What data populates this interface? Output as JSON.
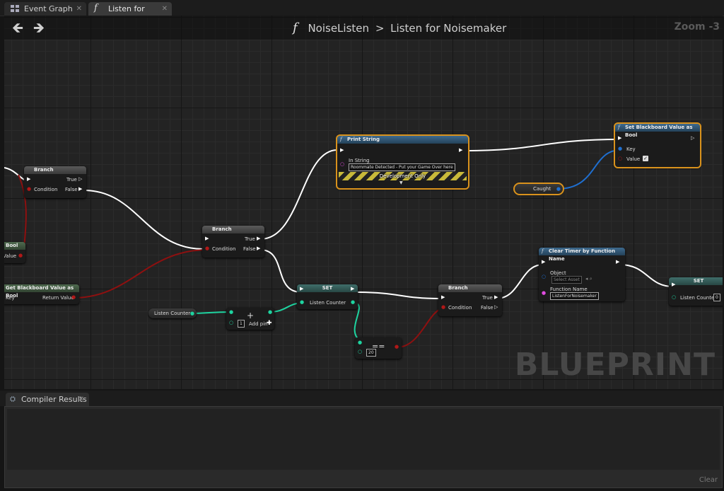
{
  "tabs": [
    {
      "label": "Event Graph",
      "icon": "event-graph-icon"
    },
    {
      "label": "Listen for Noisema",
      "icon": "function-icon"
    }
  ],
  "breadcrumb": {
    "parent": "NoiseListen",
    "separator": ">",
    "current": "Listen for Noisemaker"
  },
  "zoom_label": "Zoom -3",
  "watermark": "BLUEPRINT",
  "nodes": {
    "branch1": {
      "title": "Branch",
      "true": "True",
      "false": "False",
      "condition": "Condition"
    },
    "getbool_left": {
      "label": "Bool",
      "value": "Value"
    },
    "getbb": {
      "title": "Get Blackboard Value as Bool",
      "key": "Key",
      "return": "Return Value"
    },
    "branch2": {
      "title": "Branch",
      "true": "True",
      "false": "False",
      "condition": "Condition"
    },
    "print": {
      "title": "Print String",
      "in_string_label": "In String",
      "in_string_value": "Roommate Detected - Put your Game Over here",
      "dev_only": "Development Only"
    },
    "setbb": {
      "title": "Set Blackboard Value as Bool",
      "key": "Key",
      "value": "Value"
    },
    "caught": {
      "label": "Caught"
    },
    "listen_counter_get": {
      "label": "Listen Counter"
    },
    "add": {
      "symbol": "+",
      "value": "1",
      "add_pin": "Add pin"
    },
    "set1": {
      "title": "SET",
      "pin": "Listen Counter"
    },
    "equals": {
      "symbol": "==",
      "value": "20"
    },
    "branch3": {
      "title": "Branch",
      "true": "True",
      "false": "False",
      "condition": "Condition"
    },
    "cleartimer": {
      "title": "Clear Timer by Function Name",
      "object": "Object",
      "select_asset": "Select Asset",
      "function_name_label": "Function Name",
      "function_name_value": "ListenForNoisemaker"
    },
    "set2": {
      "title": "SET",
      "pin": "Listen Counter",
      "value": "0"
    }
  },
  "panel": {
    "tab": "Compiler Results",
    "clear": "Clear"
  },
  "colors": {
    "exec": "#ffffff",
    "bool": "#8e1010",
    "int": "#1ed4a0",
    "object": "#1f6fd0",
    "string": "#e04ce0",
    "selection": "#d9921c"
  }
}
